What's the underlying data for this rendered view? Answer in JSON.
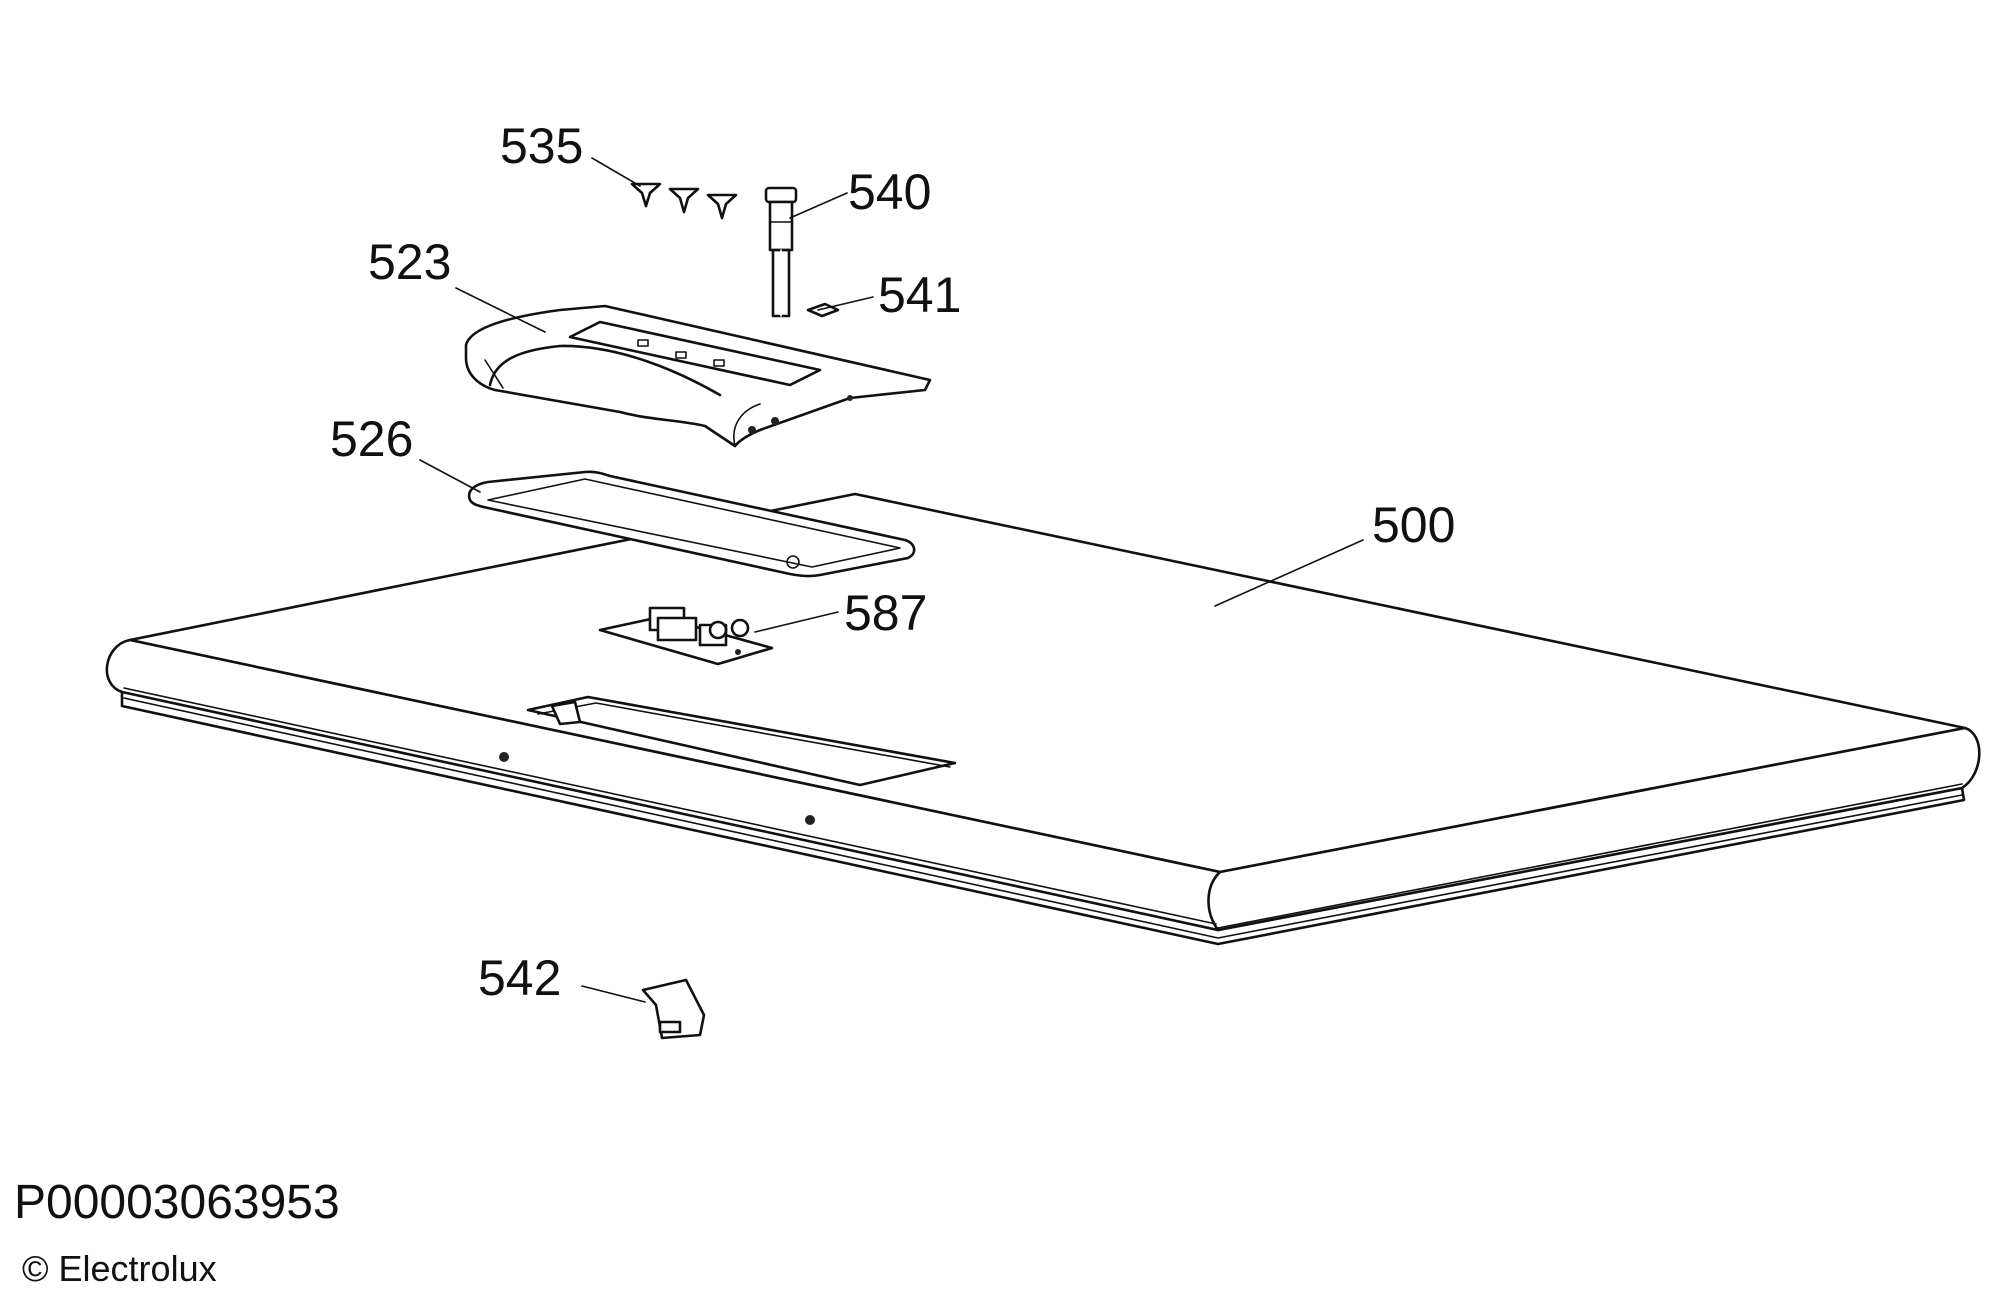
{
  "callouts": {
    "c500": "500",
    "c523": "523",
    "c526": "526",
    "c535": "535",
    "c540": "540",
    "c541": "541",
    "c542": "542",
    "c587": "587"
  },
  "footer": {
    "part_number": "P00003063953",
    "copyright": "© Electrolux"
  }
}
